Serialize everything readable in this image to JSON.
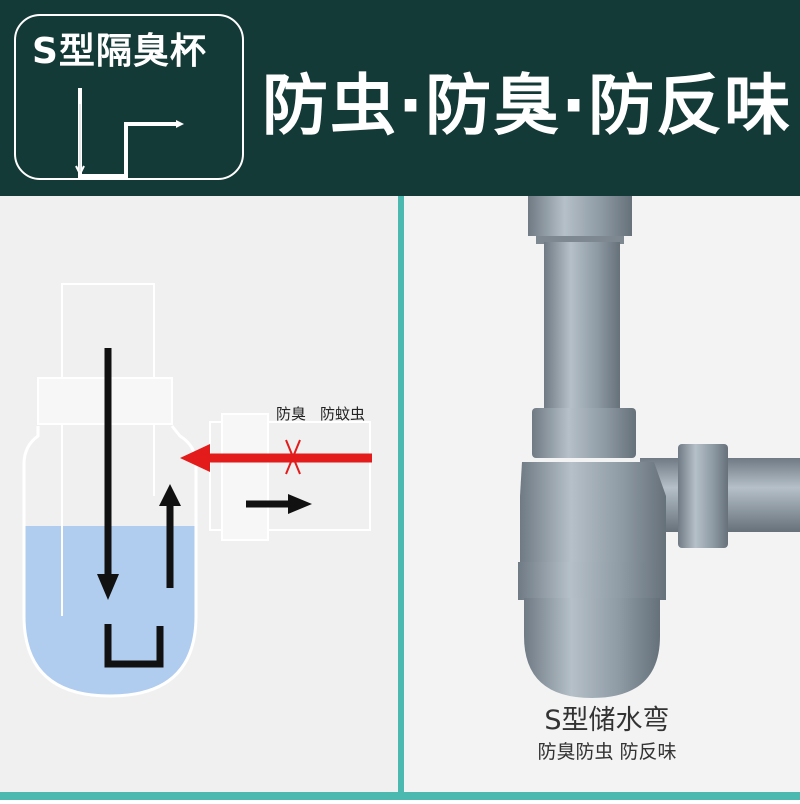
{
  "header": {
    "badge_title": "S型隔臭杯",
    "headline": "防虫·防臭·防反味",
    "background": "#133a36"
  },
  "diagram": {
    "label_odor": "防臭",
    "label_insect": "防蚊虫",
    "water_color": "#a9c8ee",
    "blocked_arrow_color": "#e31b1b",
    "flow_arrow_color": "#111111"
  },
  "product": {
    "caption_title": "S型储水弯",
    "caption_sub": "防臭防虫 防反味",
    "pipe_color": "#8e9aa4"
  },
  "accent_color": "#4cb9b0"
}
